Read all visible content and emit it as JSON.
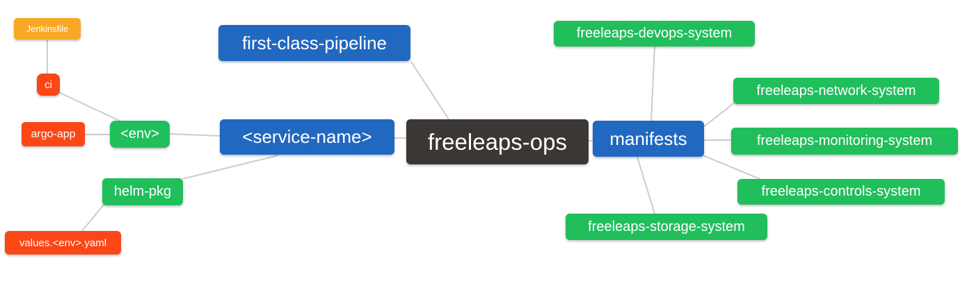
{
  "colors": {
    "root": "#3B3735",
    "blue": "#2168C0",
    "green": "#21BE5C",
    "red": "#FB4616",
    "orange": "#F9A826",
    "edge": "#CCCCCC",
    "text": "#FFFFFF",
    "background": "#FFFFFF"
  },
  "nodes": {
    "ops": {
      "label": "freeleaps-ops"
    },
    "fcp": {
      "label": "first-class-pipeline"
    },
    "service": {
      "label": "<service-name>"
    },
    "manifests": {
      "label": "manifests"
    },
    "env": {
      "label": "<env>"
    },
    "helm": {
      "label": "helm-pkg"
    },
    "ci": {
      "label": "ci"
    },
    "argo": {
      "label": "argo-app"
    },
    "jenkinsfile": {
      "label": "Jenkinsfile"
    },
    "values": {
      "label": "values.<env>.yaml"
    },
    "devops": {
      "label": "freeleaps-devops-system"
    },
    "network": {
      "label": "freeleaps-network-system"
    },
    "monitoring": {
      "label": "freeleaps-monitoring-system"
    },
    "controls": {
      "label": "freeleaps-controls-system"
    },
    "storage": {
      "label": "freeleaps-storage-system"
    }
  },
  "edges": [
    {
      "from": "jenkinsfile",
      "to": "ci"
    },
    {
      "from": "ci",
      "to": "env"
    },
    {
      "from": "argo",
      "to": "env"
    },
    {
      "from": "env",
      "to": "service"
    },
    {
      "from": "service",
      "to": "helm"
    },
    {
      "from": "helm",
      "to": "values"
    },
    {
      "from": "service",
      "to": "ops"
    },
    {
      "from": "fcp",
      "to": "ops"
    },
    {
      "from": "ops",
      "to": "manifests"
    },
    {
      "from": "manifests",
      "to": "devops"
    },
    {
      "from": "manifests",
      "to": "network"
    },
    {
      "from": "manifests",
      "to": "monitoring"
    },
    {
      "from": "manifests",
      "to": "controls"
    },
    {
      "from": "manifests",
      "to": "storage"
    }
  ]
}
